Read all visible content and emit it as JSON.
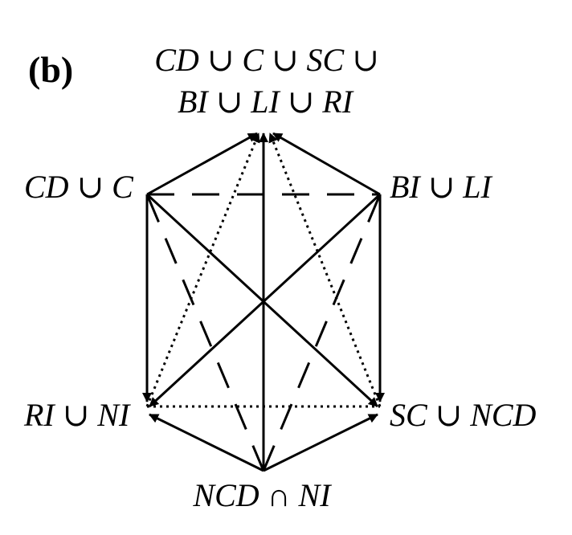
{
  "panel_label": "(b)",
  "nodes": {
    "top_line1": "CD ∪ C ∪ SC ∪",
    "top_line2": "BI ∪ LI ∪ RI",
    "left_upper": "CD ∪ C",
    "right_upper": "BI ∪ LI",
    "left_lower": "RI ∪ NI",
    "right_lower": "SC ∪ NCD",
    "bottom": "NCD ∩ NI"
  },
  "edge_styles": [
    "solid",
    "dashed",
    "dotted"
  ]
}
